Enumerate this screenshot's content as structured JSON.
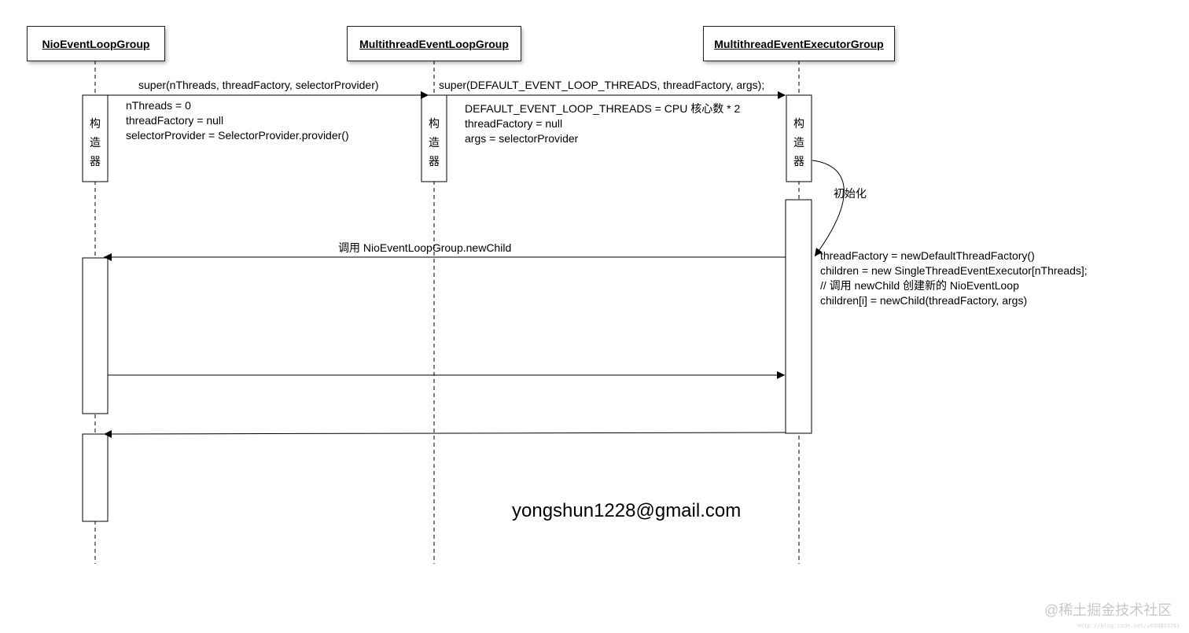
{
  "lifelines": [
    {
      "name": "NioEventLoopGroup"
    },
    {
      "name": "MultithreadEventLoopGroup"
    },
    {
      "name": "MultithreadEventExecutorGroup"
    }
  ],
  "constructor_label": "构造器",
  "messages": {
    "super1": "super(nThreads, threadFactory, selectorProvider)",
    "super2": "super(DEFAULT_EVENT_LOOP_THREADS, threadFactory, args);",
    "call_new_child": "调用 NioEventLoopGroup.newChild",
    "init": "初始化"
  },
  "notes": {
    "params1": "nThreads = 0\nthreadFactory = null\nselectorProvider = SelectorProvider.provider()",
    "params2": "DEFAULT_EVENT_LOOP_THREADS = CPU 核心数 * 2\nthreadFactory = null\nargs = selectorProvider",
    "init_code": "threadFactory = newDefaultThreadFactory()\nchildren = new SingleThreadEventExecutor[nThreads];\n// 调用 newChild 创建新的 NioEventLoop\nchildren[i] = newChild(threadFactory, args)"
  },
  "email": "yongshun1228@gmail.com",
  "watermark": "@稀土掘金技术社区",
  "watermark_url": "http://blog.csdn.net/u010853261"
}
